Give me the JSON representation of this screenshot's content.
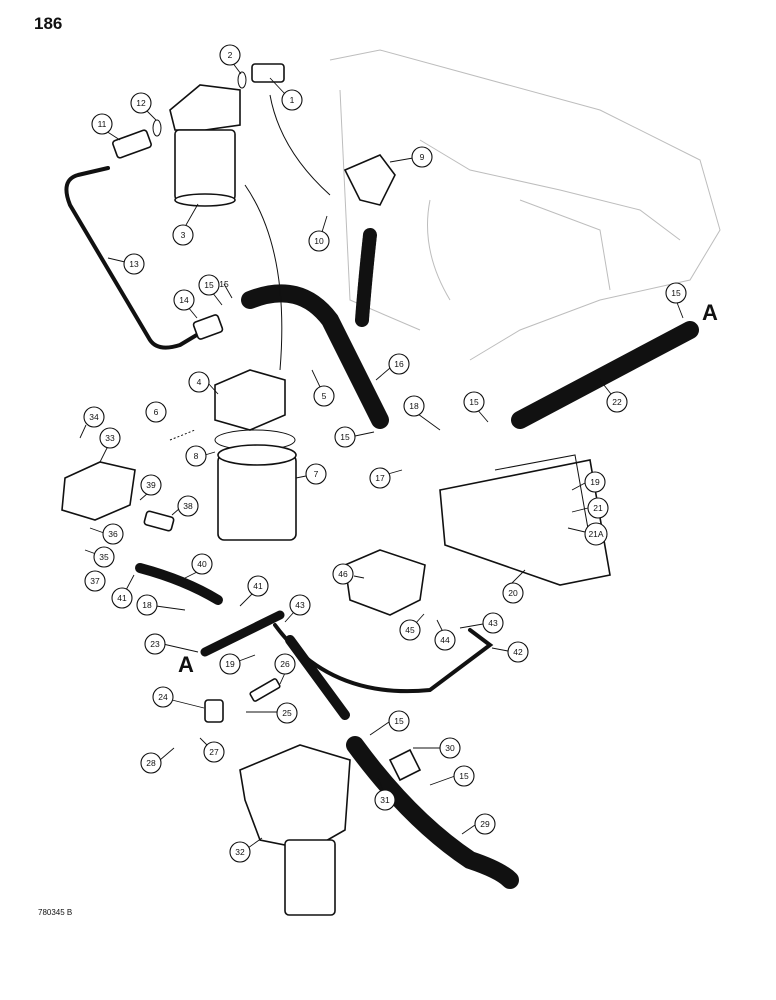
{
  "page_number": "186",
  "figure_code": "780345 B",
  "section_letters": [
    "A",
    "A"
  ],
  "callouts": [
    "1",
    "2",
    "3",
    "4",
    "5",
    "6",
    "7",
    "8",
    "9",
    "10",
    "11",
    "12",
    "13",
    "14",
    "15",
    "15",
    "15",
    "15",
    "15",
    "15",
    "15",
    "16",
    "17",
    "18",
    "18",
    "19",
    "19",
    "20",
    "21",
    "21A",
    "22",
    "23",
    "24",
    "25",
    "26",
    "27",
    "28",
    "29",
    "30",
    "31",
    "32",
    "33",
    "34",
    "35",
    "36",
    "37",
    "38",
    "39",
    "40",
    "41",
    "41",
    "42",
    "43",
    "43",
    "44",
    "45",
    "46"
  ]
}
